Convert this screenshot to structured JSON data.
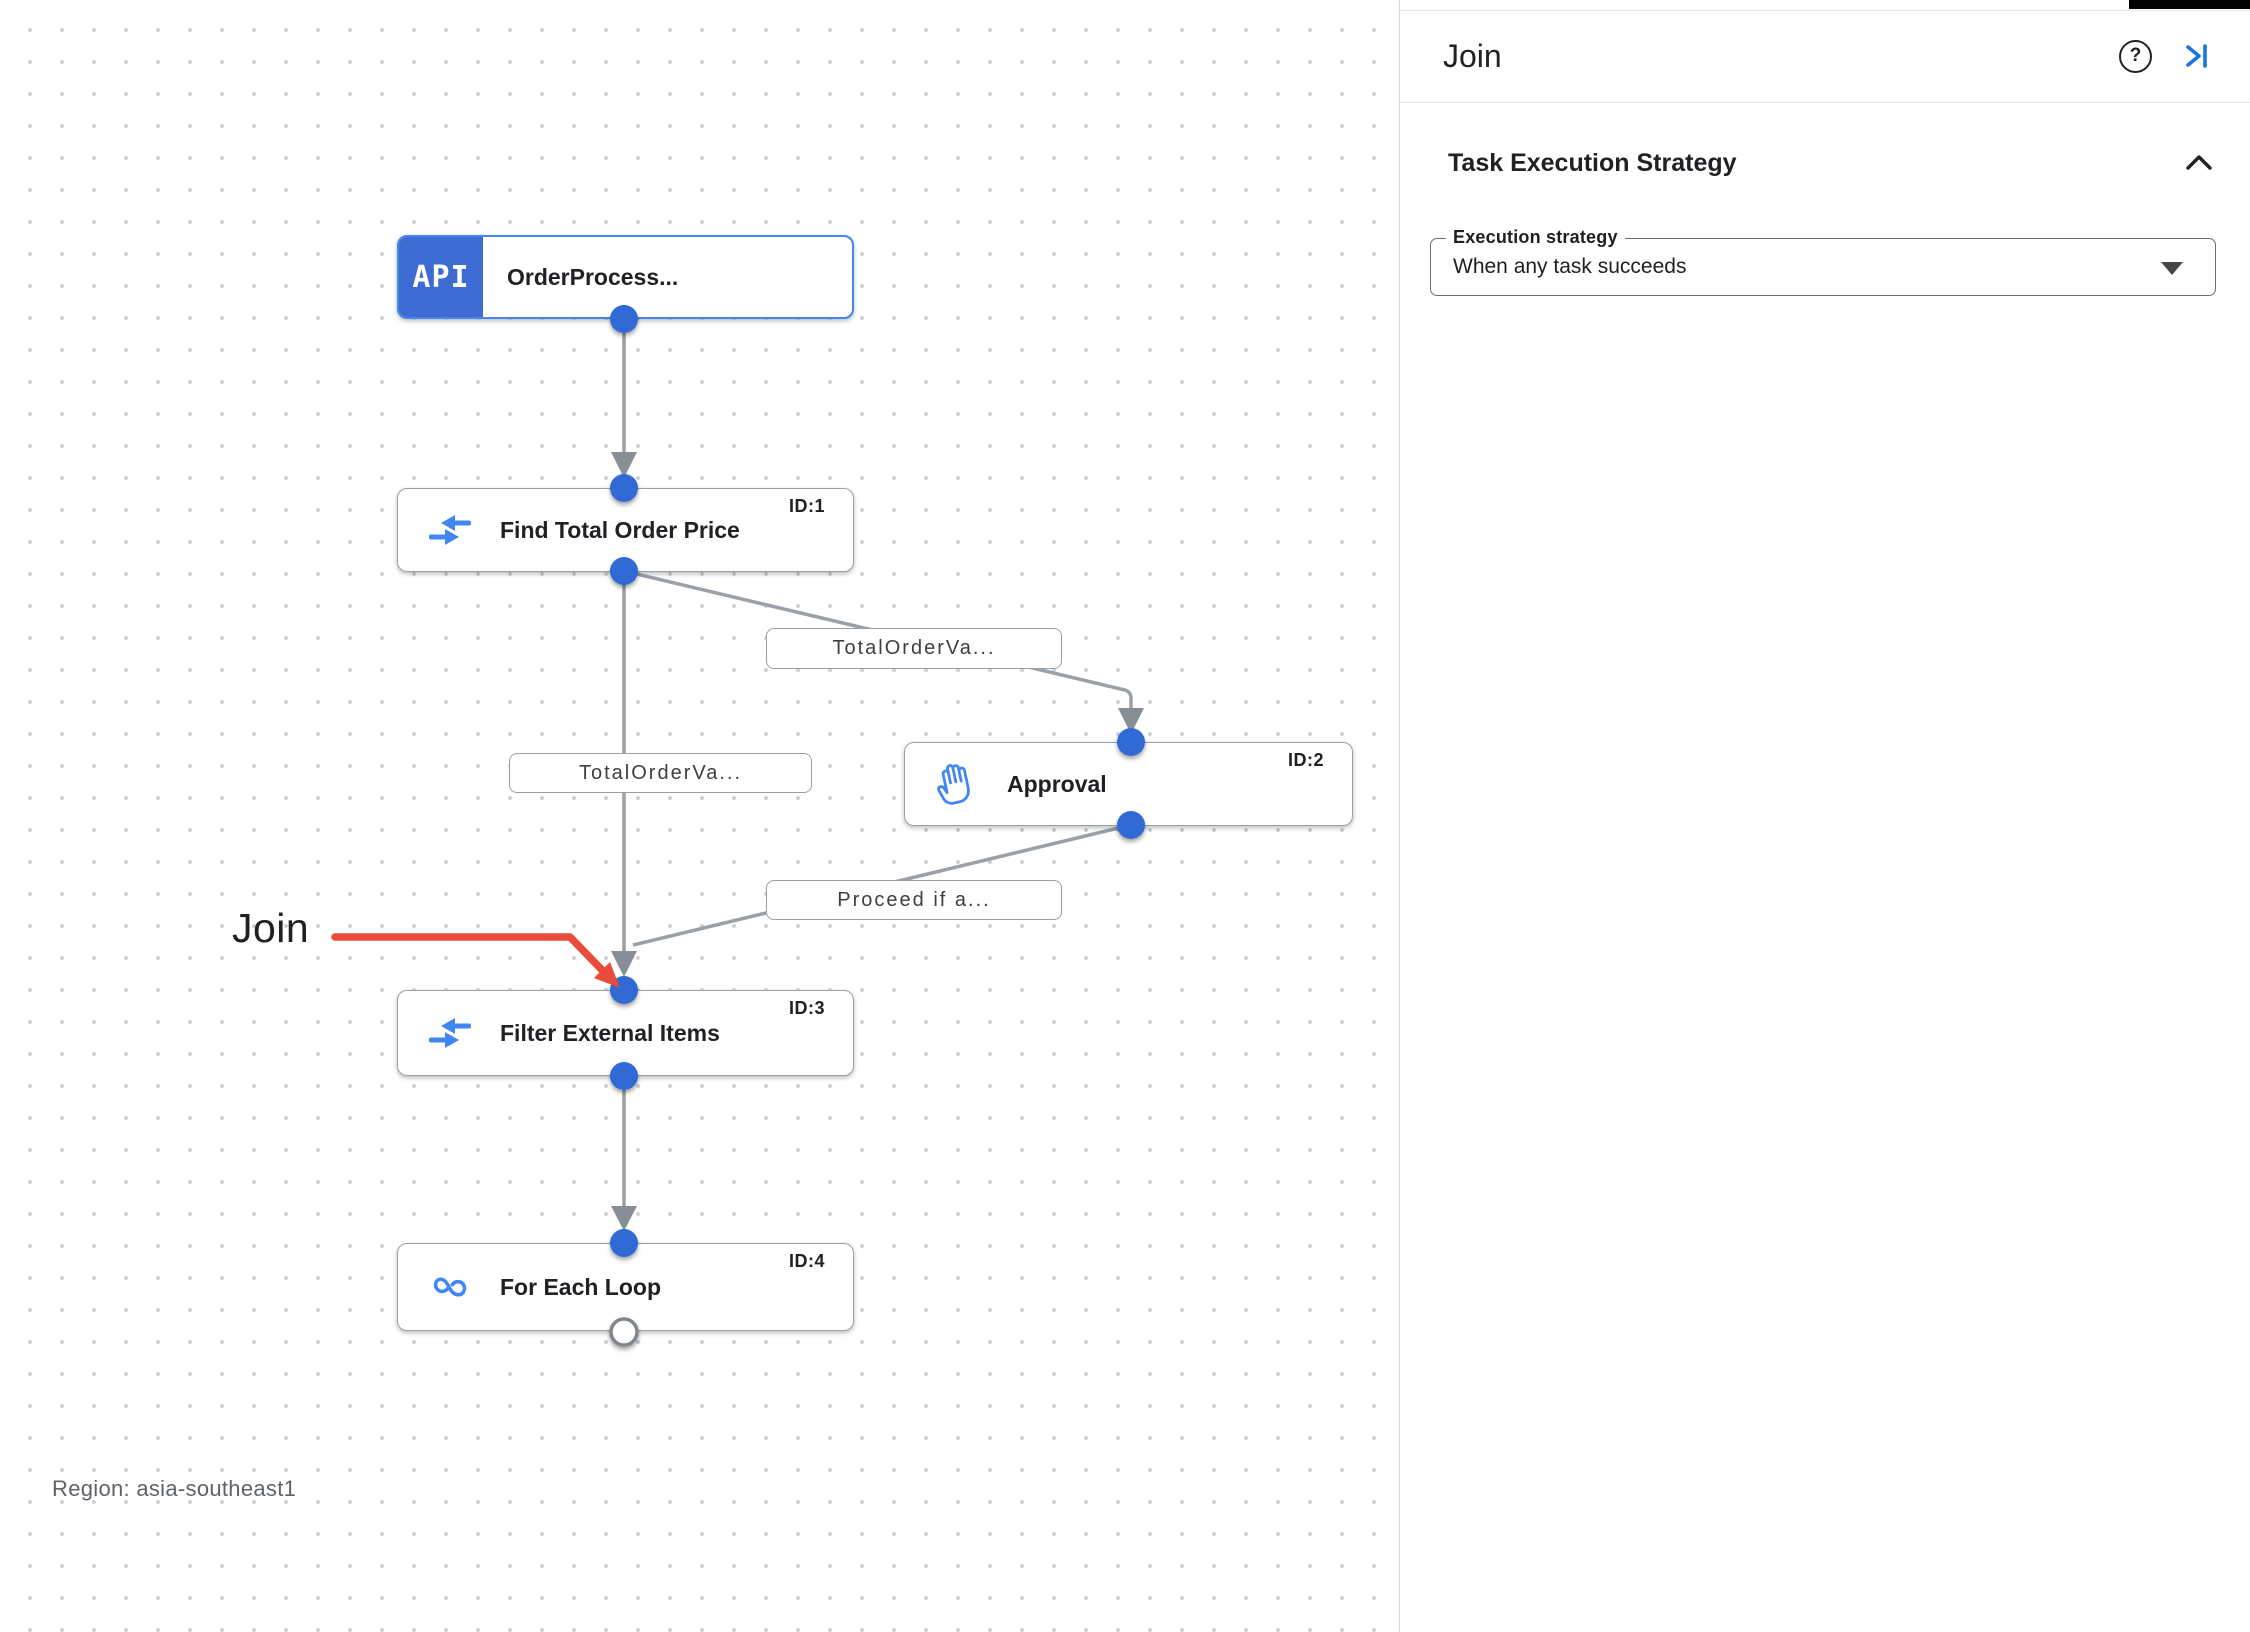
{
  "canvas": {
    "trigger_badge": "API",
    "nodes": [
      {
        "title": "OrderProcess...",
        "id_label": "",
        "icon": "api-trigger-icon"
      },
      {
        "title": "Find Total Order Price",
        "id_label": "ID:1",
        "icon": "data-mapping-icon"
      },
      {
        "title": "Approval",
        "id_label": "ID:2",
        "icon": "approval-hand-icon"
      },
      {
        "title": "Filter External Items",
        "id_label": "ID:3",
        "icon": "data-mapping-icon"
      },
      {
        "title": "For Each Loop",
        "id_label": "ID:4",
        "icon": "loop-icon"
      }
    ],
    "edge_labels": [
      {
        "text": "TotalOrderVa..."
      },
      {
        "text": "TotalOrderVa..."
      },
      {
        "text": "Proceed if a..."
      }
    ],
    "annotation": {
      "label": "Join",
      "color": "#ea4335"
    },
    "region_label": "Region: asia-southeast1"
  },
  "panel": {
    "title": "Join",
    "help_icon_glyph": "?",
    "collapse_icon": "collapse-panel-icon",
    "section": {
      "title": "Task Execution Strategy",
      "field_label": "Execution strategy",
      "field_value": "When any task succeeds"
    }
  },
  "colors": {
    "accent_blue": "#4285f4",
    "trigger_blue": "#3d6bd2",
    "dot_blue": "#3169d5",
    "edge_gray": "#9aa0a6",
    "annotation_red": "#ea4335",
    "link_blue": "#1a73e8"
  }
}
